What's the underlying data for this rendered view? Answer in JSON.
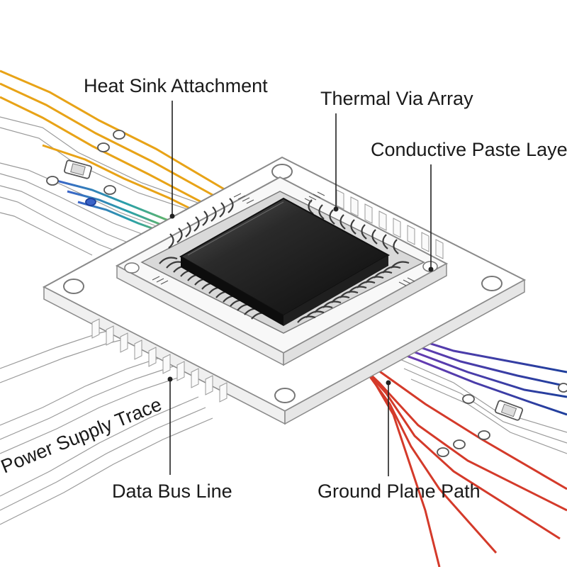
{
  "labels": {
    "heat_sink": "Heat Sink Attachment",
    "thermal_via": "Thermal Via Array",
    "conductive_paste": "Conductive Paste Layer",
    "power_supply": "Power Supply Trace",
    "data_bus": "Data Bus Line",
    "ground_plane": "Ground Plane Path"
  },
  "colors": {
    "power_trace": "#e8a317",
    "signal_blue": "#2a56b8",
    "ground_red": "#d43a2a",
    "outline": "#888888",
    "chip_top": "#1c1c1c",
    "leader": "#222222"
  }
}
